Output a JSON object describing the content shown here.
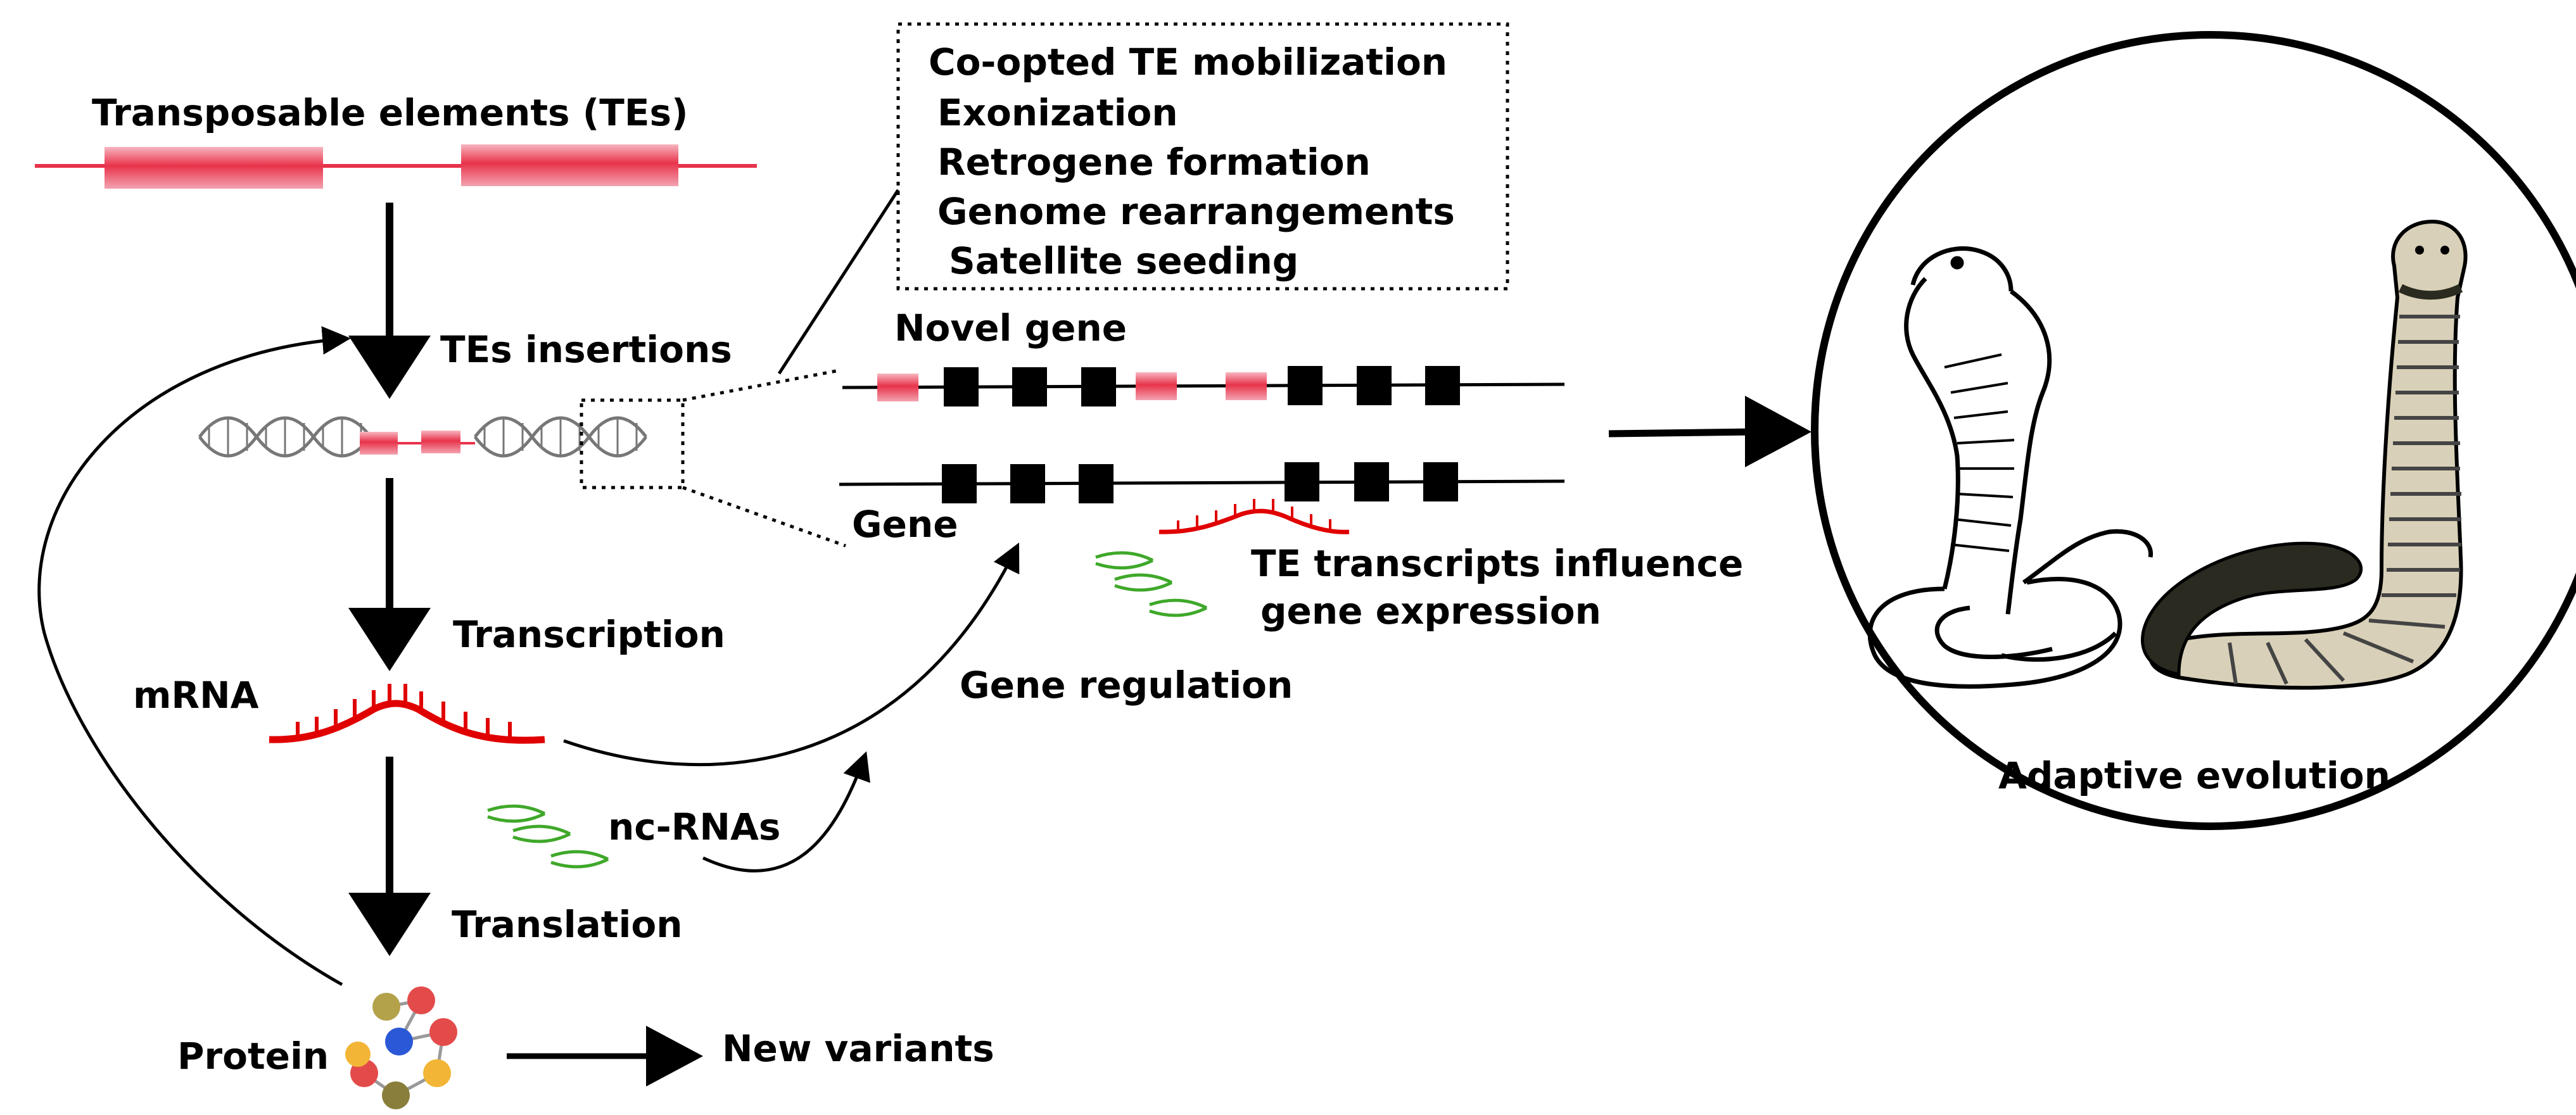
{
  "labels": {
    "te_title": "Transposable elements (TEs)",
    "te_insertions": "TEs insertions",
    "transcription": "Transcription",
    "mrna": "mRNA",
    "nc_rnas": "nc-RNAs",
    "translation": "Translation",
    "protein": "Protein",
    "new_variants": "New variants",
    "novel_gene": "Novel gene",
    "gene": "Gene",
    "te_transcripts_line1": "TE transcripts influence",
    "te_transcripts_line2": "gene expression",
    "gene_regulation": "Gene regulation",
    "adaptive_evolution": "Adaptive evolution"
  },
  "box_items": [
    "Co-opted TE mobilization",
    "Exonization",
    "Retrogene formation",
    "Genome rearrangements",
    "Satellite seeding"
  ],
  "colors": {
    "te_red": "#e8334a",
    "rna_red": "#e00000",
    "ncrna_green": "#3fa82a",
    "exon_black": "#000000",
    "dna_gray": "#777777"
  }
}
